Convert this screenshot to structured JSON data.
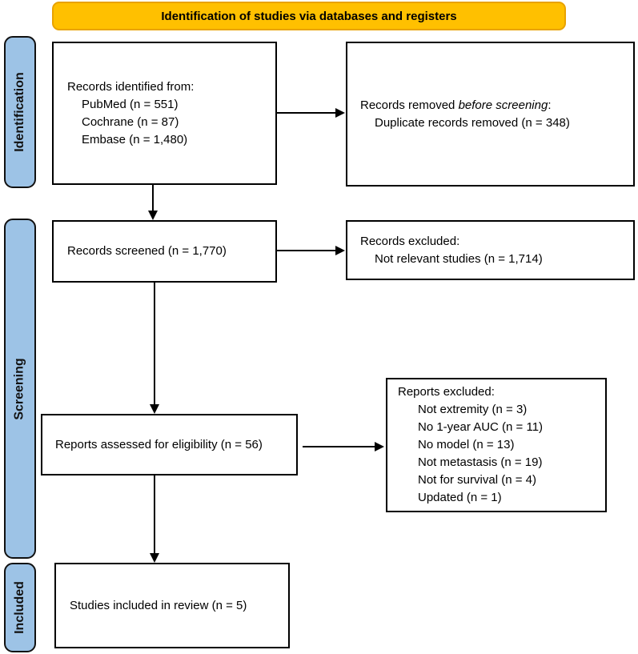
{
  "banner": {
    "label": "Identification of studies via databases and registers"
  },
  "stage_labels": {
    "identification": "Identification",
    "screening": "Screening",
    "included": "Included"
  },
  "boxes": {
    "records_identified": {
      "title": "Records identified from:",
      "items": [
        "PubMed (n = 551)",
        "Cochrane (n = 87)",
        "Embase (n = 1,480)"
      ]
    },
    "records_removed": {
      "title_prefix": "Records removed ",
      "title_italic": "before screening",
      "title_suffix": ":",
      "items": [
        "Duplicate records removed (n = 348)"
      ]
    },
    "records_screened": {
      "title": "Records screened (n = 1,770)"
    },
    "records_excluded": {
      "title": "Records excluded:",
      "items": [
        "Not relevant studies (n = 1,714)"
      ]
    },
    "reports_assessed": {
      "title": "Reports assessed for eligibility (n = 56)"
    },
    "reports_excluded": {
      "title": "Reports excluded:",
      "items": [
        "Not extremity (n = 3)",
        "No 1-year AUC (n = 11)",
        "No model (n = 13)",
        "Not metastasis (n = 19)",
        "Not for survival (n = 4)",
        "Updated (n = 1)"
      ]
    },
    "studies_included": {
      "title": "Studies included in review (n = 5)"
    }
  },
  "colors": {
    "banner_fill": "#FFC000",
    "banner_border": "#E8A200",
    "stage_fill": "#9DC3E6",
    "box_border": "#000000",
    "text": "#000000"
  }
}
